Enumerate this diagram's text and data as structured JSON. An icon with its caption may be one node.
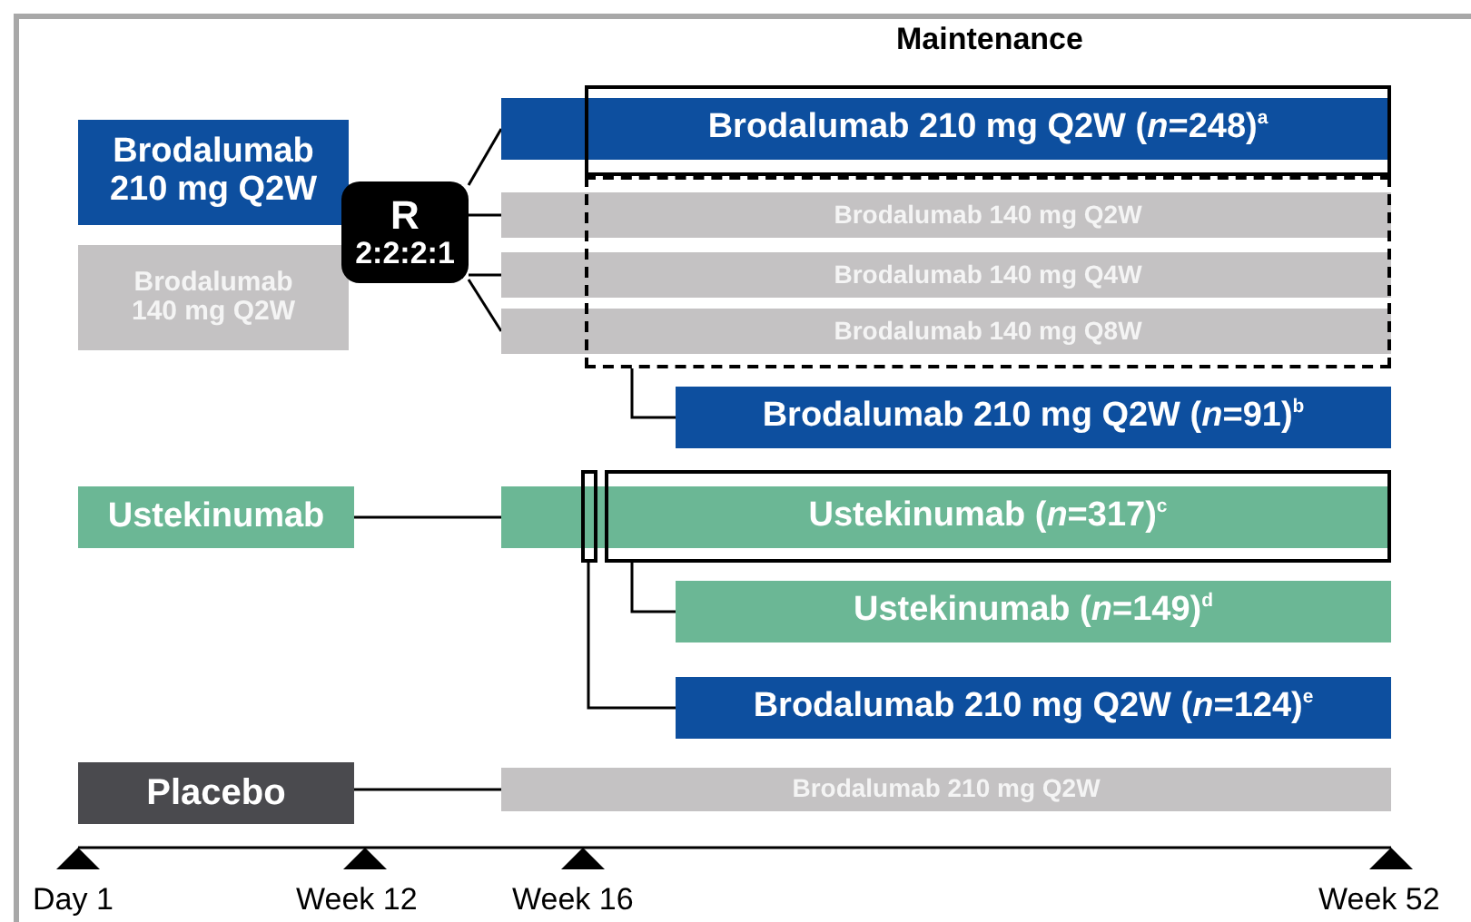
{
  "diagram": {
    "nodes": [
      {
        "text": [
          "Brodalumab 210 mg Q2W"
        ]
      },
      {
        "text": [
          "Brodalumab 140 mg Q2W"
        ]
      },
      {
        "text": [
          "R",
          "2:2:2:1"
        ]
      },
      {
        "text": [
          "Brodalumab 210 mg Q2W (*n*=248)$^{a}$"
        ]
      },
      {
        "text": [],
        "shape": "box"
      },
      {
        "text": [
          "Brodalumab 140 mg Q2W"
        ]
      },
      {
        "text": [
          "Brodalumab 140 mg Q4W"
        ]
      },
      {
        "text": [
          "Brodalumab 140 mg Q8W"
        ]
      },
      {
        "text": [],
        "shape": "box"
      },
      {
        "text": [
          "Brodalumab 210 mg Q2W (*n*=91)$^{b}$"
        ]
      },
      {
        "text": [
          "Ustekinumab"
        ]
      },
      {
        "text": [
          "Ustekinumab (*n*=317)$^{c}$"
        ]
      },
      {
        "text": [],
        "shape": "box"
      },
      {
        "text": [],
        "shape": "box"
      },
      {
        "text": [
          "Ustekinumab (*n*=149)$^{d}$"
        ]
      },
      {
        "text": [
          "Brodalumab 210 mg Q2W (*n*=124)$^{e}$"
        ]
      },
      {
        "text": [
          "Placebo"
        ]
      },
      {
        "text": [
          "Brodalumab 210 mg Q2W"
        ]
      }
    ],
    "edges": [
      {
        "from": 2,
        "to": 3,
        "arrow": "none"
      },
      {
        "from": 2,
        "to": 5,
        "arrow": "none"
      },
      {
        "from": 2,
        "to": 6,
        "arrow": "none"
      },
      {
        "from": 2,
        "to": 7,
        "arrow": "none"
      },
      {
        "from": 8,
        "to": 9,
        "arrow": "none"
      },
      {
        "from": 10,
        "to": 11,
        "arrow": "none"
      },
      {
        "from": 13,
        "to": 14,
        "arrow": "none"
      },
      {
        "from": 12,
        "to": 15,
        "arrow": "none"
      },
      {
        "from": 16,
        "to": 17,
        "arrow": "none"
      }
    ],
    "labels": [
      "Maintenance",
      "Day 1",
      "Week 12",
      "Week 16",
      "Week 52"
    ]
  }
}
